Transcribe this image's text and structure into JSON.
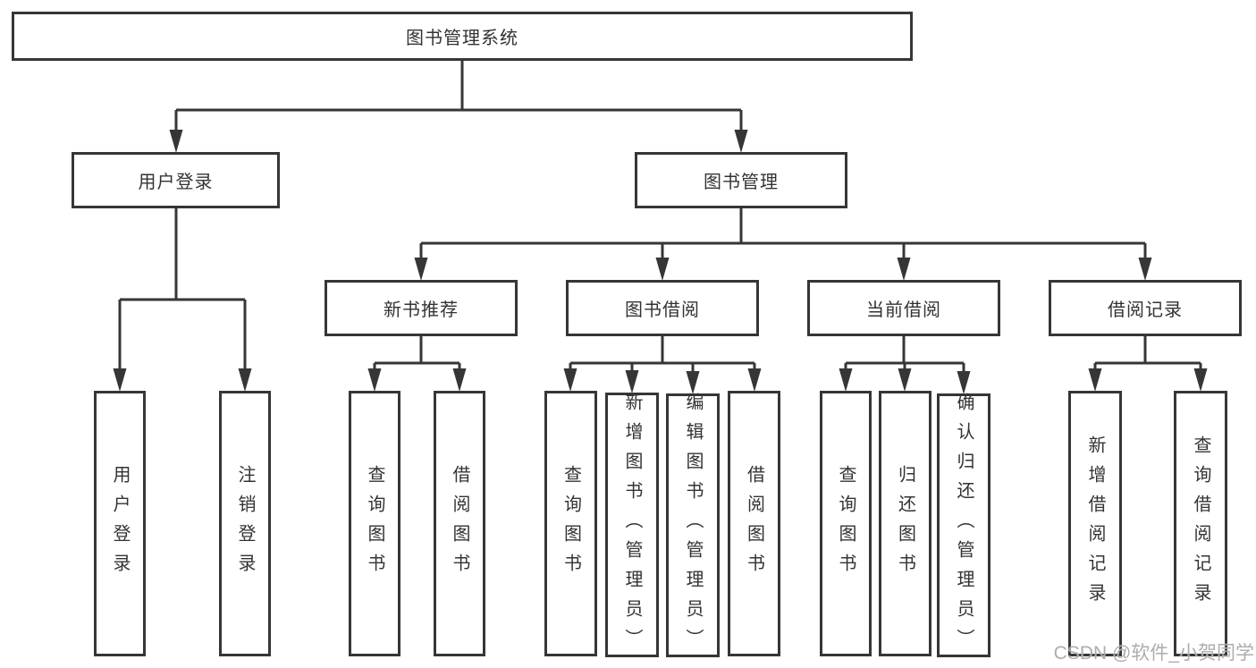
{
  "diagram_type": "hierarchy-chart",
  "colors": {
    "line": "#363636",
    "text": "#333333",
    "box_background": "#ffffff",
    "watermark_text": "#a9a9a9"
  },
  "tree": {
    "label": "图书管理系统",
    "children": [
      {
        "label": "用户登录",
        "children": [
          {
            "label": "用户登录"
          },
          {
            "label": "注销登录"
          }
        ]
      },
      {
        "label": "图书管理",
        "children": [
          {
            "label": "新书推荐",
            "children": [
              {
                "label": "查询图书"
              },
              {
                "label": "借阅图书"
              }
            ]
          },
          {
            "label": "图书借阅",
            "children": [
              {
                "label": "查询图书"
              },
              {
                "label": "新增图书（管理员）"
              },
              {
                "label": "编辑图书（管理员）"
              },
              {
                "label": "借阅图书"
              }
            ]
          },
          {
            "label": "当前借阅",
            "children": [
              {
                "label": "查询图书"
              },
              {
                "label": "归还图书"
              },
              {
                "label": "确认归还（管理员）"
              }
            ]
          },
          {
            "label": "借阅记录",
            "children": [
              {
                "label": "新增借阅记录"
              },
              {
                "label": "查询借阅记录"
              }
            ]
          }
        ]
      }
    ]
  },
  "watermark": {
    "text": "CSDN @软件_小贺同学"
  }
}
